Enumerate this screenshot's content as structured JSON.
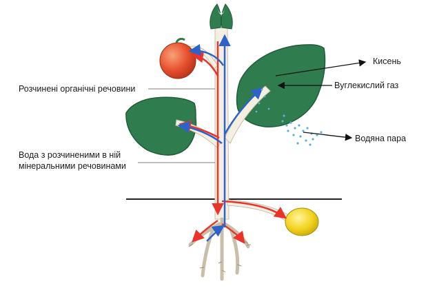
{
  "labels": {
    "oxygen": "Кисень",
    "co2": "Вуглекислий газ",
    "water_vapor": "Водяна пара",
    "organic": "Розчинені органічні речовини",
    "water_minerals_line1": "Вода з розчиненими в ній",
    "water_minerals_line2": "мінеральними речовинами"
  },
  "colors": {
    "leaf": "#2f7d4f",
    "leaf_edge": "#1f5c38",
    "stem": "#f4efe2",
    "flow_organic": "#e8342b",
    "flow_water": "#2d63c8",
    "fruit_red": "#e8502e",
    "fruit_yellow": "#f2d31e",
    "vapor": "#5fb0d8",
    "soil_line": "#222222"
  }
}
